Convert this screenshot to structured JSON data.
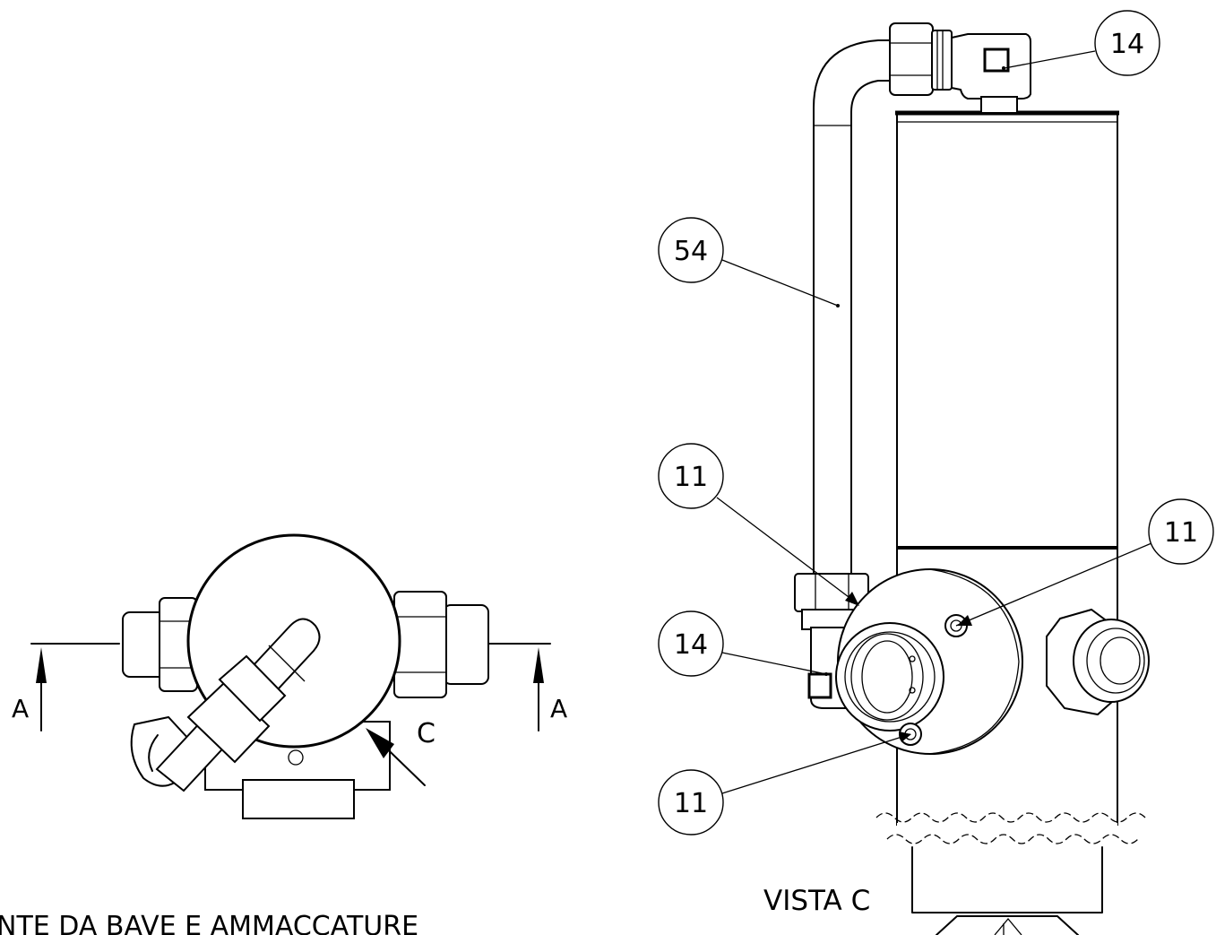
{
  "drawing": {
    "bottom_note": "NTE DA BAVE E AMMACCATURE",
    "view_title": "VISTA C",
    "section_mark_left": "A",
    "section_mark_right": "A",
    "view_arrow_label": "C"
  },
  "balloons": [
    {
      "id": "balloon-14-top",
      "label": "14"
    },
    {
      "id": "balloon-54",
      "label": "54"
    },
    {
      "id": "balloon-11-left",
      "label": "11"
    },
    {
      "id": "balloon-11-right",
      "label": "11"
    },
    {
      "id": "balloon-14-left",
      "label": "14"
    },
    {
      "id": "balloon-11-bottom",
      "label": "11"
    }
  ]
}
